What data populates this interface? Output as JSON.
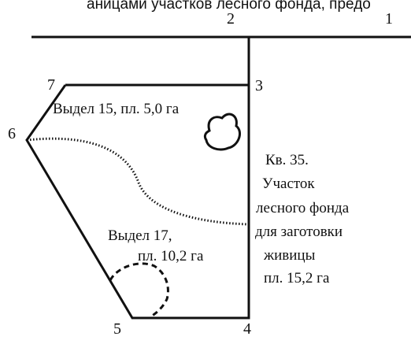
{
  "header_fragment": "аницами участков лесного фонда, предо",
  "points": {
    "p1": "1",
    "p2": "2",
    "p3": "3",
    "p4": "4",
    "p5": "5",
    "p6": "6",
    "p7": "7"
  },
  "vydel_15": "Выдел 15, пл. 5,0 га",
  "vydel_17": {
    "line1": "Выдел 17,",
    "line2": "пл. 10,2 га"
  },
  "plot_description": [
    "Кв. 35.",
    "Участок",
    "лесного фонда",
    "для заготовки",
    "живицы",
    "пл. 15,2 га"
  ]
}
